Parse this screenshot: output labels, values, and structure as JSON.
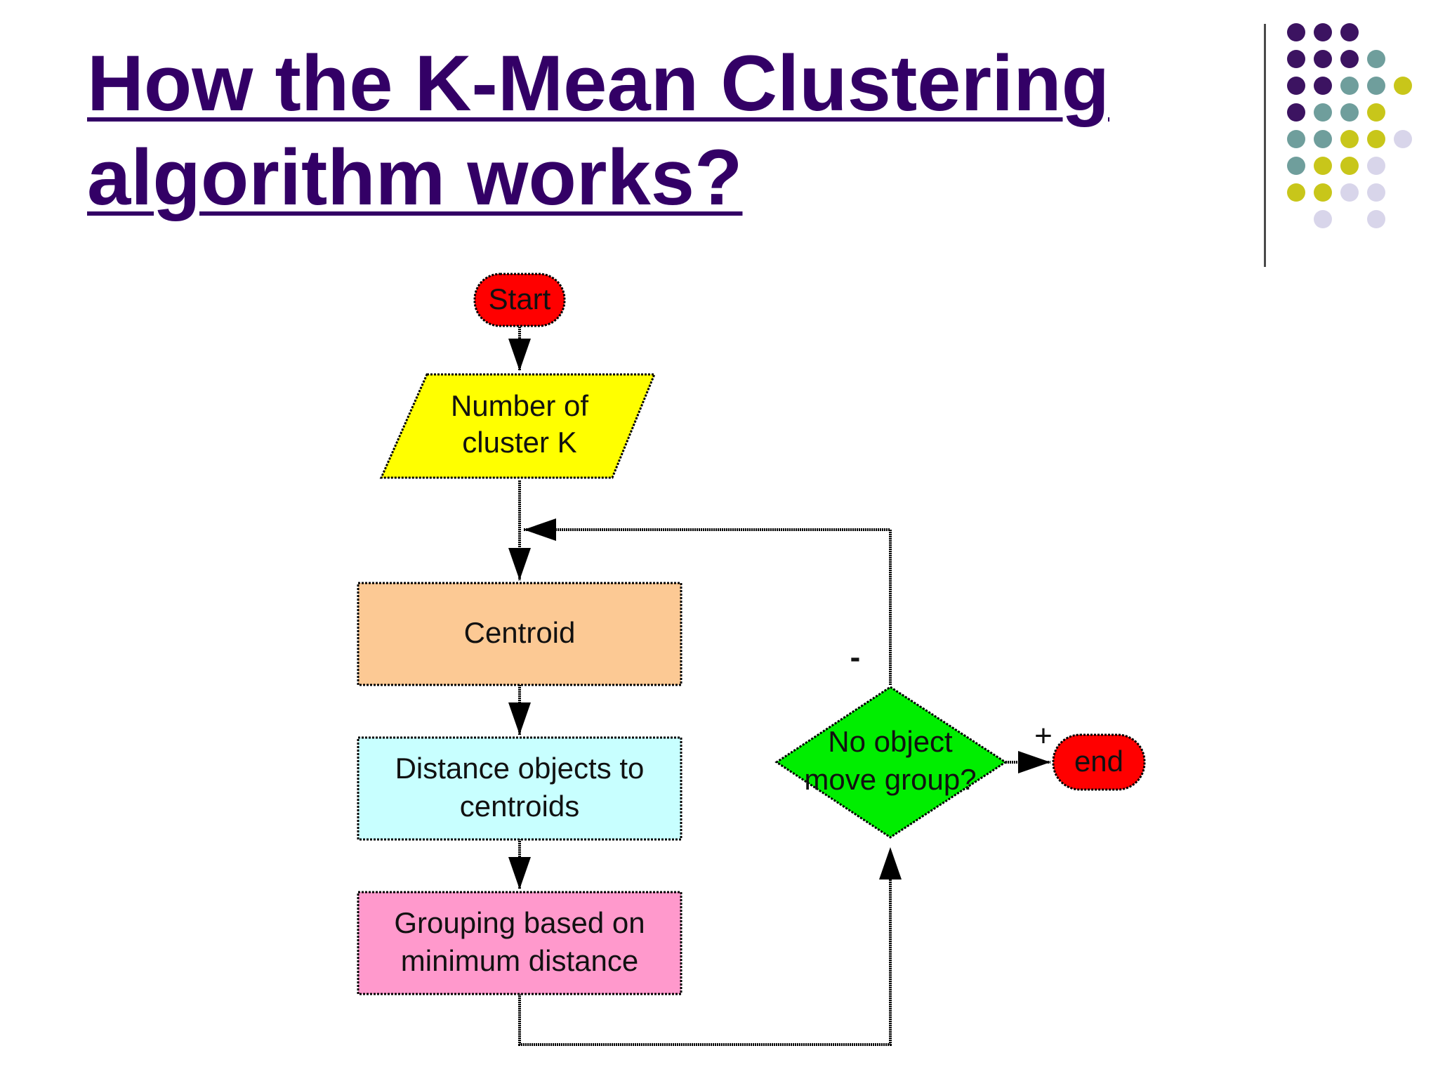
{
  "slide": {
    "title_line1": "How the K-Mean Clustering",
    "title_line2": "algorithm works?"
  },
  "decoration": {
    "dot_colors": {
      "purple": "#3c1361",
      "teal": "#6f9e9c",
      "olive": "#c8c61a",
      "lavender": "#d8d5ea"
    }
  },
  "flowchart": {
    "start": "Start",
    "input_line1": "Number of",
    "input_line2": "cluster K",
    "centroid": "Centroid",
    "distance_line1": "Distance objects to",
    "distance_line2": "centroids",
    "grouping_line1": "Grouping based on",
    "grouping_line2": "minimum distance",
    "decision_line1": "No object",
    "decision_line2": "move group?",
    "no_label": "-",
    "yes_label": "+",
    "end": "end",
    "colors": {
      "start_end": "#ff0000",
      "input": "#ffff00",
      "centroid": "#fcc994",
      "distance": "#c8ffff",
      "grouping": "#ff99cc",
      "decision": "#00ee00"
    }
  }
}
